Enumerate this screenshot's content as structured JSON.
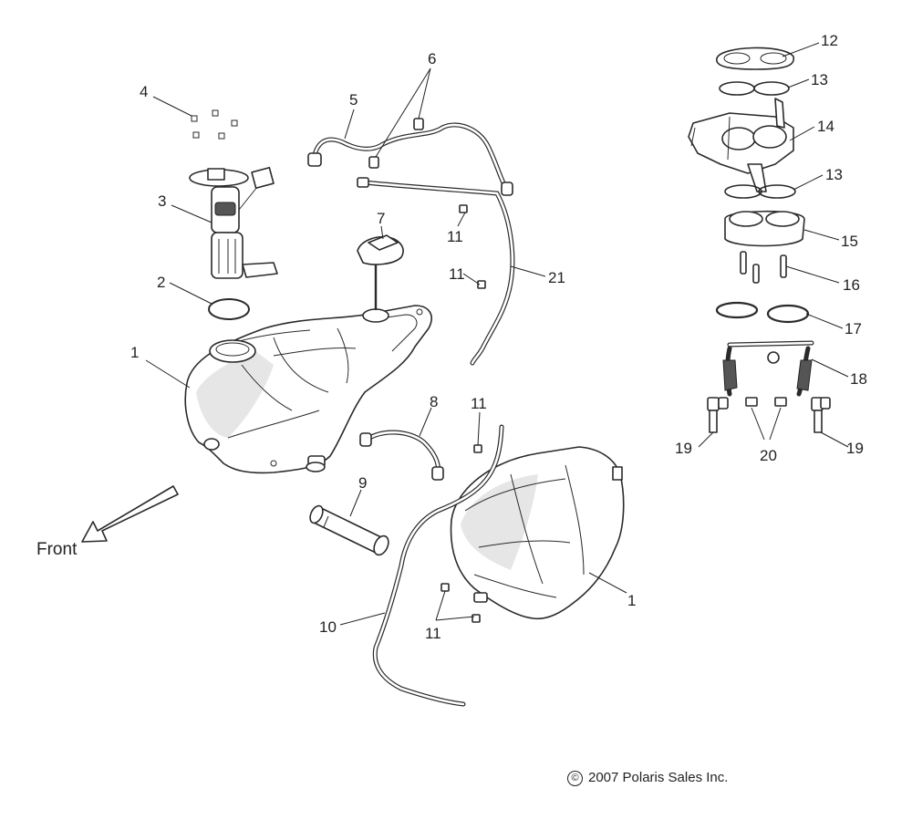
{
  "diagram": {
    "callouts": [
      "1",
      "1",
      "2",
      "3",
      "4",
      "5",
      "6",
      "7",
      "8",
      "9",
      "10",
      "11",
      "11",
      "11",
      "11",
      "12",
      "13",
      "13",
      "14",
      "15",
      "16",
      "17",
      "18",
      "19",
      "19",
      "20",
      "21"
    ],
    "front_label": "Front",
    "copyright": {
      "symbol": "©",
      "text": "2007 Polaris Sales Inc."
    }
  }
}
